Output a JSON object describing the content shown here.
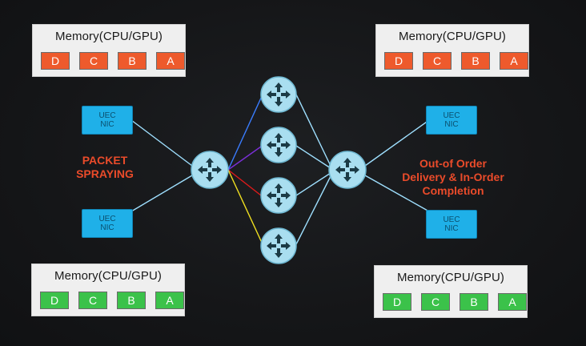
{
  "memory_blocks": [
    {
      "title": "Memory(CPU/GPU)",
      "cells": [
        "D",
        "C",
        "B",
        "A"
      ],
      "cell_color": "#ee5a2c"
    },
    {
      "title": "Memory(CPU/GPU)",
      "cells": [
        "D",
        "C",
        "B",
        "A"
      ],
      "cell_color": "#ee5a2c"
    },
    {
      "title": "Memory(CPU/GPU)",
      "cells": [
        "D",
        "C",
        "B",
        "A"
      ],
      "cell_color": "#3bc24a"
    },
    {
      "title": "Memory(CPU/GPU)",
      "cells": [
        "D",
        "C",
        "B",
        "A"
      ],
      "cell_color": "#3bc24a"
    }
  ],
  "nics": [
    {
      "line1": "UEC",
      "line2": "NIC"
    },
    {
      "line1": "UEC",
      "line2": "NIC"
    },
    {
      "line1": "UEC",
      "line2": "NIC"
    },
    {
      "line1": "UEC",
      "line2": "NIC"
    }
  ],
  "labels": {
    "left": "PACKET\nSPRAYING",
    "right": "Out-of Order\nDelivery & In-Order\nCompletion"
  },
  "colors": {
    "nic_fill": "#1fb0e8",
    "router_fill": "#a9def0",
    "link": "#9fe0ff",
    "label": "#ea4b2a",
    "path_blue": "#3a7dff",
    "path_purple": "#7a2fd6",
    "path_red": "#e01a1a",
    "path_yellow": "#f0e020"
  },
  "icons": [
    "router-icon"
  ]
}
